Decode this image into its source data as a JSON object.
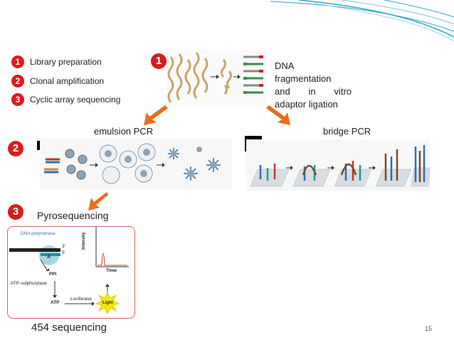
{
  "steps": [
    {
      "num": "1",
      "label": "Library preparation"
    },
    {
      "num": "2",
      "label": "Clonal amplification"
    },
    {
      "num": "3",
      "label": "Cyclic array sequencing"
    }
  ],
  "diagram_badge": "1",
  "fragmentation_text": [
    "DNA",
    "fragmentation",
    "and in vitro",
    "adaptor ligation"
  ],
  "emulsion_label": "emulsion PCR",
  "bridge_label": "bridge PCR",
  "pyro_label": "Pyrosequencing",
  "pyro_diagram": {
    "dna_polymerase": "DNA polymerase",
    "three_prime": "3'",
    "five_prime": "5'",
    "a": "A",
    "ppi": "PPi",
    "atp_sulphurylase": "ATP-sulphurylase",
    "luciferase": "Luciferase",
    "atp": "ATP",
    "light": "Light",
    "intensity": "Intensity",
    "time": "Time"
  },
  "bottom_label": "454 sequencing",
  "page_number": "15",
  "colors": {
    "accent_red": "#d91c1c",
    "arrow_orange": "#ef6a1c",
    "swoosh": "#2fa6c9"
  }
}
